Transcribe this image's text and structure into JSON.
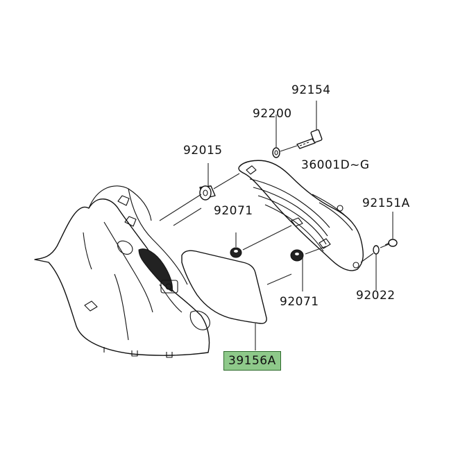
{
  "diagram": {
    "part_numbers": {
      "p92154": "92154",
      "p92200": "92200",
      "p92015": "92015",
      "p36001": "36001D~G",
      "p92071_upper": "92071",
      "p92151A": "92151A",
      "p92071_lower": "92071",
      "p92022": "92022",
      "p39156A": "39156A"
    },
    "highlighted_part": "39156A",
    "highlight_color": "#8ec98a",
    "line_color": "#222222"
  }
}
